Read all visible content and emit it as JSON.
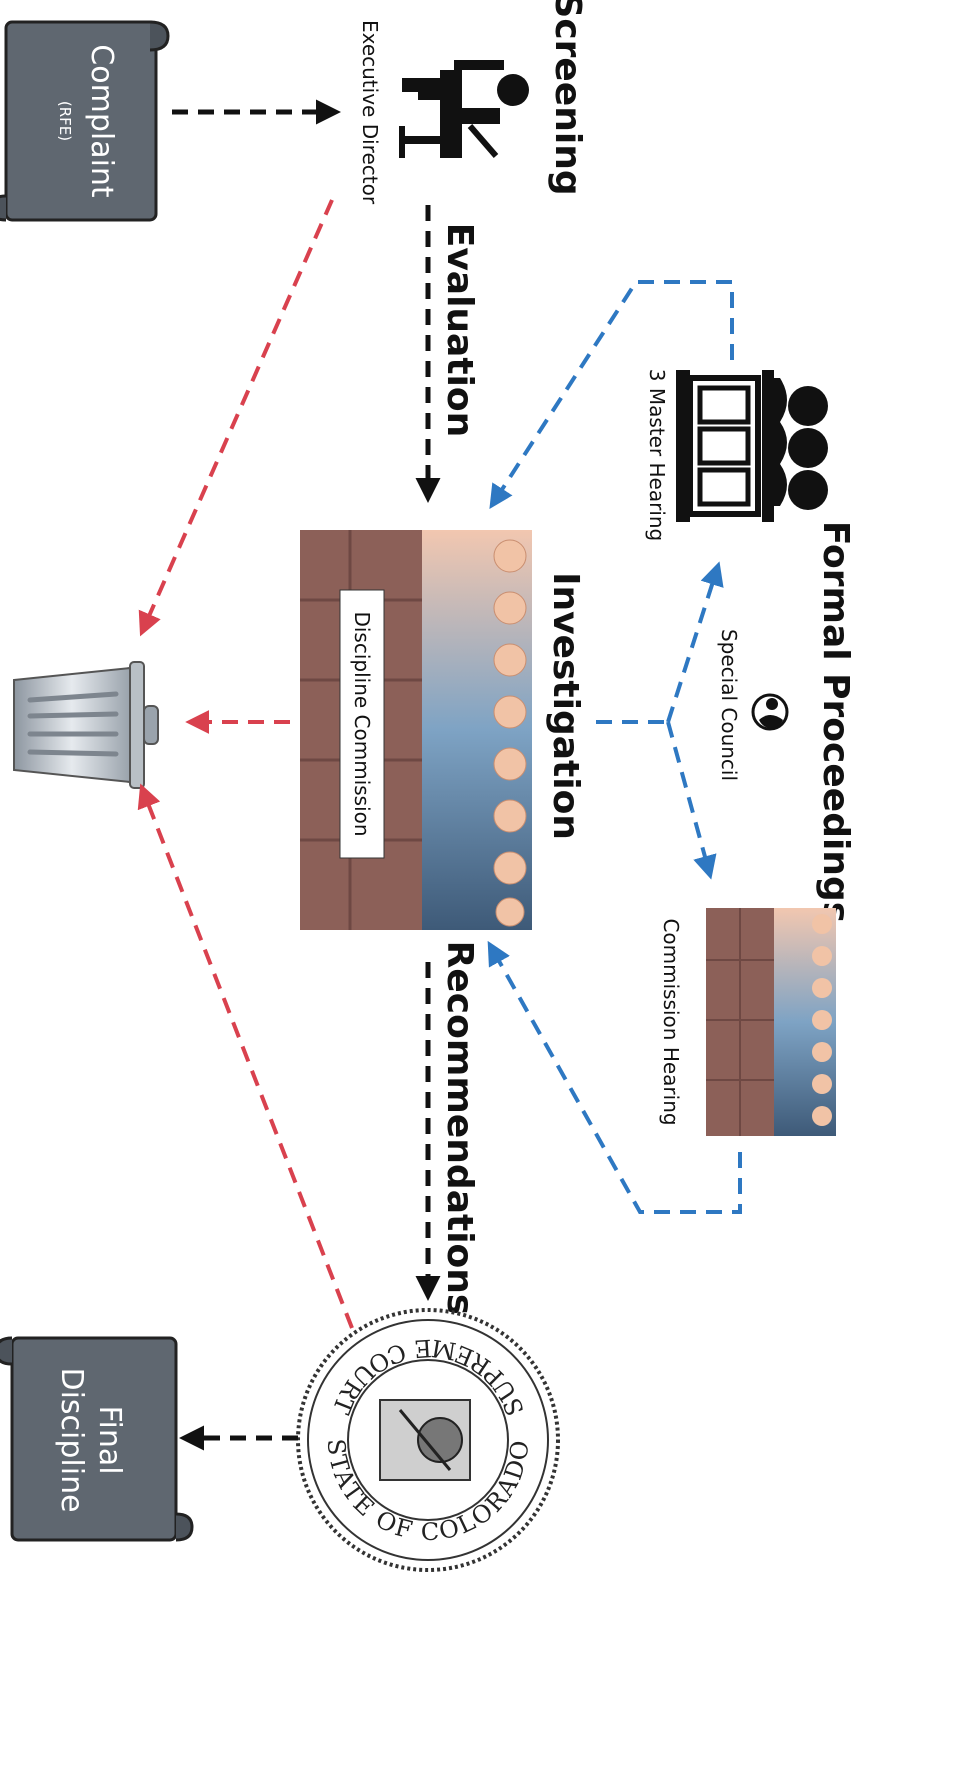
{
  "nodes": {
    "complaint": {
      "title": "Complaint",
      "subtitle": "(RFE)"
    },
    "executive_director": {
      "label": "Executive Director"
    },
    "discipline_commission": {
      "label": "Discipline Commission"
    },
    "three_master_hearing": {
      "label": "3 Master Hearing"
    },
    "commission_hearing": {
      "label": "Commission Hearing"
    },
    "special_council": {
      "label": "Special Council"
    },
    "supreme_court_seal": {
      "text_top": "SUPREME COURT",
      "text_bottom": "STATE OF COLORADO"
    },
    "final_discipline": {
      "line1": "Final",
      "line2": "Discipline"
    }
  },
  "stages": {
    "screening": "Screening",
    "evaluation": "Evaluation",
    "investigation": "Investigation",
    "formal_proceedings": "Formal Proceedings",
    "recommendations": "Recommendations"
  },
  "colors": {
    "flow": "#111111",
    "dismissal": "#d9414e",
    "formal": "#2e78c2",
    "scroll": "#5f6770",
    "bench": "#8c6058"
  },
  "icons": [
    "scroll-icon",
    "executive-director-icon",
    "three-judges-icon",
    "special-council-icon",
    "trash-can-icon",
    "supreme-court-seal-icon",
    "commission-bench-image"
  ]
}
